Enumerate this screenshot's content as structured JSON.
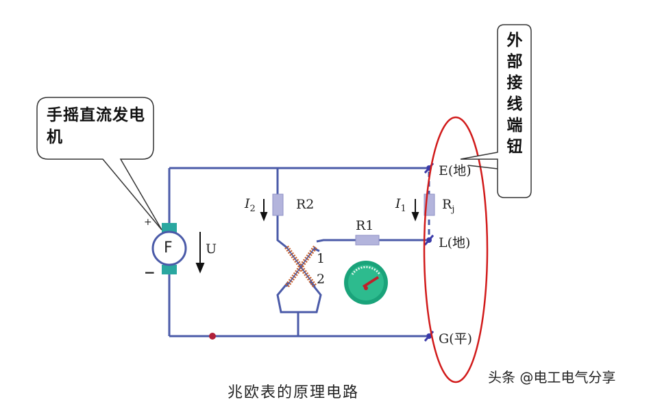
{
  "callouts": {
    "generator": "手摇直流发电机",
    "external_terminals": [
      "外",
      "部",
      "接",
      "线",
      "端",
      "钮"
    ]
  },
  "labels": {
    "generator_symbol": "F",
    "plus": "+",
    "minus": "−",
    "voltage": "U",
    "current_i2_main": "I",
    "current_i2_sub": "2",
    "current_i1_main": "I",
    "current_i1_sub": "1",
    "resistor_r2": "R2",
    "resistor_r1": "R1",
    "resistor_rj_main": "R",
    "resistor_rj_sub": "j",
    "coil_1": "1",
    "coil_2": "2",
    "terminal_e": "E(地)",
    "terminal_l": "L(地)",
    "terminal_g": "G(平)"
  },
  "caption": "兆欧表的原理电路",
  "watermark": "头条 @电工电气分享",
  "colors": {
    "wire": "#4a5aa8",
    "resistor": "#b3b4dc",
    "generator_terminal": "#2aa7a0",
    "ellipse": "#d11a1a",
    "meter_face": "#1aa37a",
    "coil": "#c8602a"
  }
}
